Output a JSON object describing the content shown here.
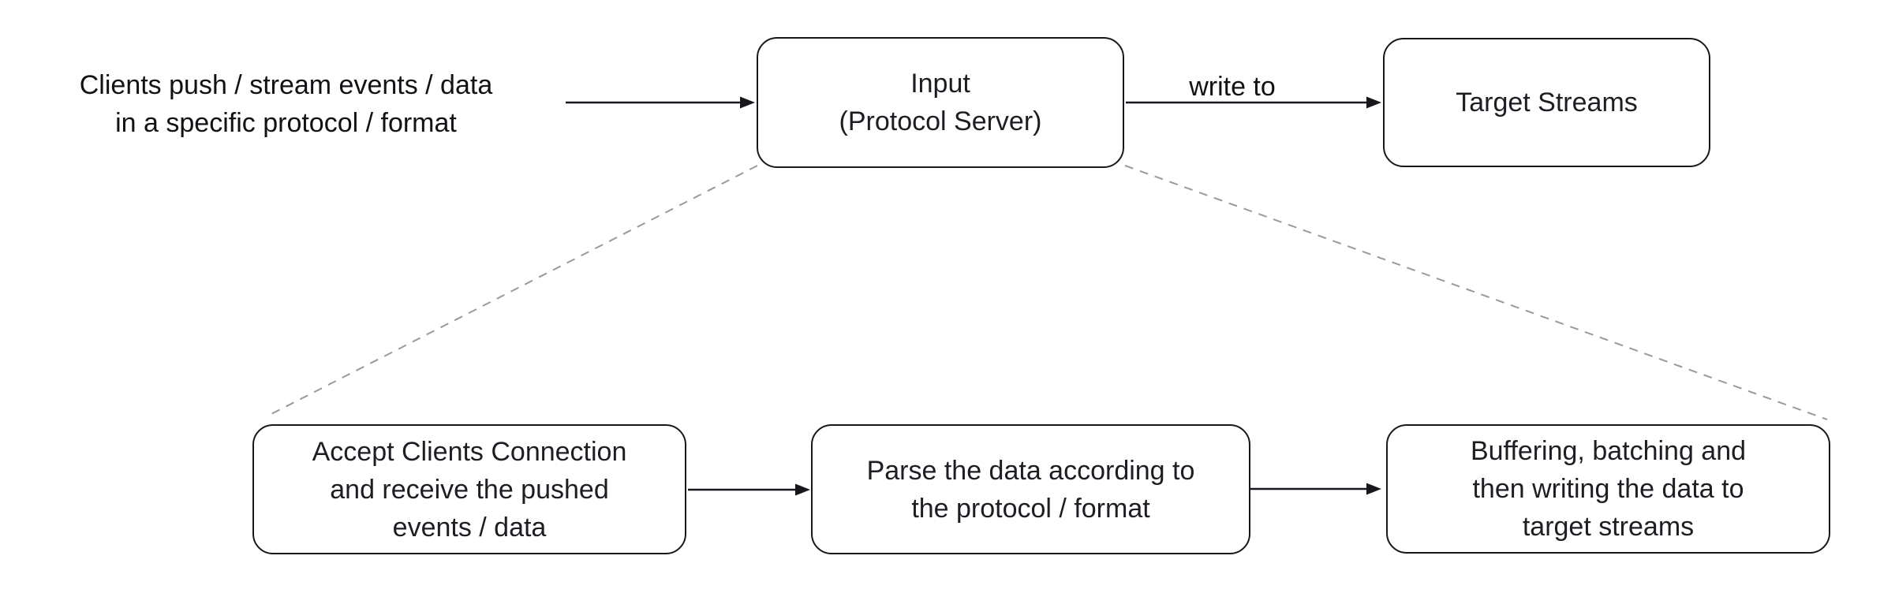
{
  "diagram": {
    "background_color": "#ffffff",
    "node_border_color": "#17181d",
    "node_fill_color": "#ffffff",
    "text_color": "#1d1e23",
    "arrow_color": "#17181d",
    "dashed_line_color": "#9a9a9a",
    "nodes": {
      "clients_note": {
        "lines": [
          "Clients push / stream events / data",
          "in a specific protocol / format"
        ]
      },
      "input_server": {
        "lines": [
          "Input",
          "(Protocol Server)"
        ]
      },
      "target_streams": {
        "lines": [
          "Target Streams"
        ]
      },
      "accept_connection": {
        "lines": [
          "Accept Clients Connection",
          "and receive the pushed",
          "events / data"
        ]
      },
      "parse_data": {
        "lines": [
          "Parse the data according to",
          "the protocol / format"
        ]
      },
      "buffer_write": {
        "lines": [
          "Buffering, batching and",
          "then writing the data to",
          "target streams"
        ]
      }
    },
    "edge_labels": {
      "input_to_target": "write to"
    }
  }
}
